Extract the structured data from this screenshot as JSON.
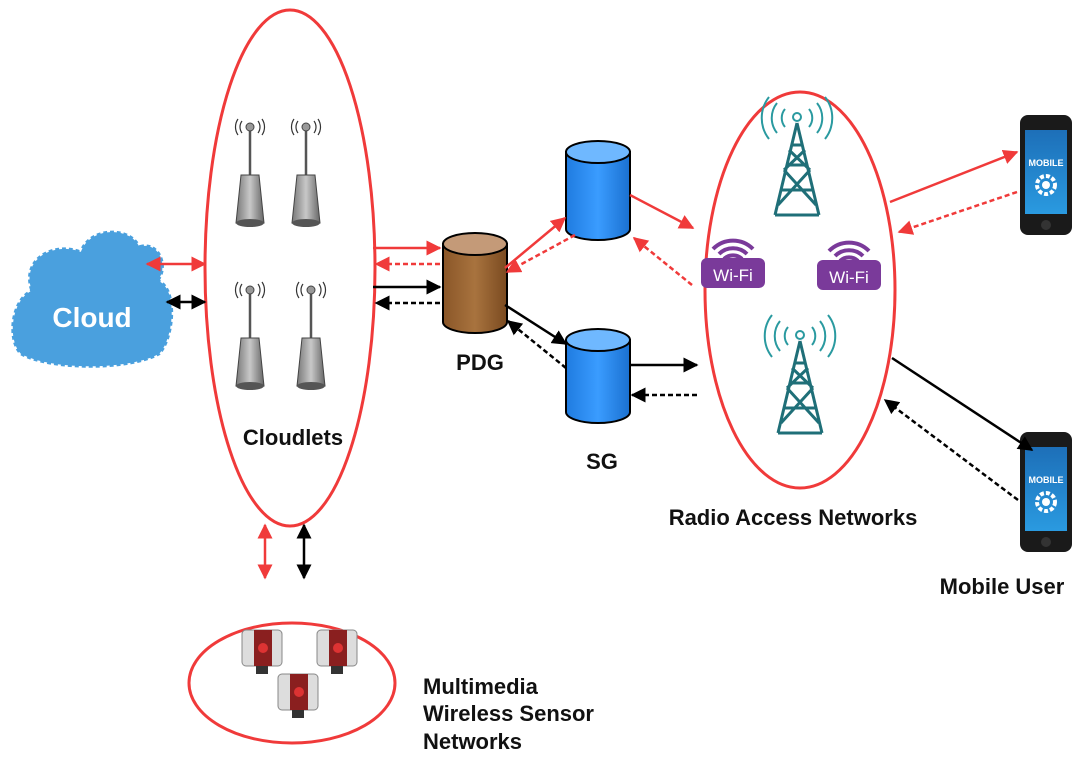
{
  "labels": {
    "cloud": "Cloud",
    "cloudlets": "Cloudlets",
    "pdg": "PDG",
    "sg": "SG",
    "ran": "Radio Access Networks",
    "mobile_user": "Mobile User",
    "mwsn": [
      "Multimedia",
      "Wireless Sensor",
      "Networks"
    ],
    "phone_screen": "MOBILE",
    "wifi": "Wi-Fi"
  },
  "colors": {
    "ellipse": "#f03a3a",
    "red_arrow": "#f03a3a",
    "black_arrow": "#000000",
    "cloud": "#2a8fd8",
    "pdg": "#9a6434",
    "gateway": "#2f8ff5",
    "tower": "#2a9aa0",
    "wifi": "#7a3a9a"
  },
  "icons": [
    "cloud-icon",
    "antenna-icon",
    "database-cylinder-icon",
    "cell-tower-icon",
    "wifi-icon",
    "smartphone-icon",
    "camera-sensor-icon"
  ]
}
